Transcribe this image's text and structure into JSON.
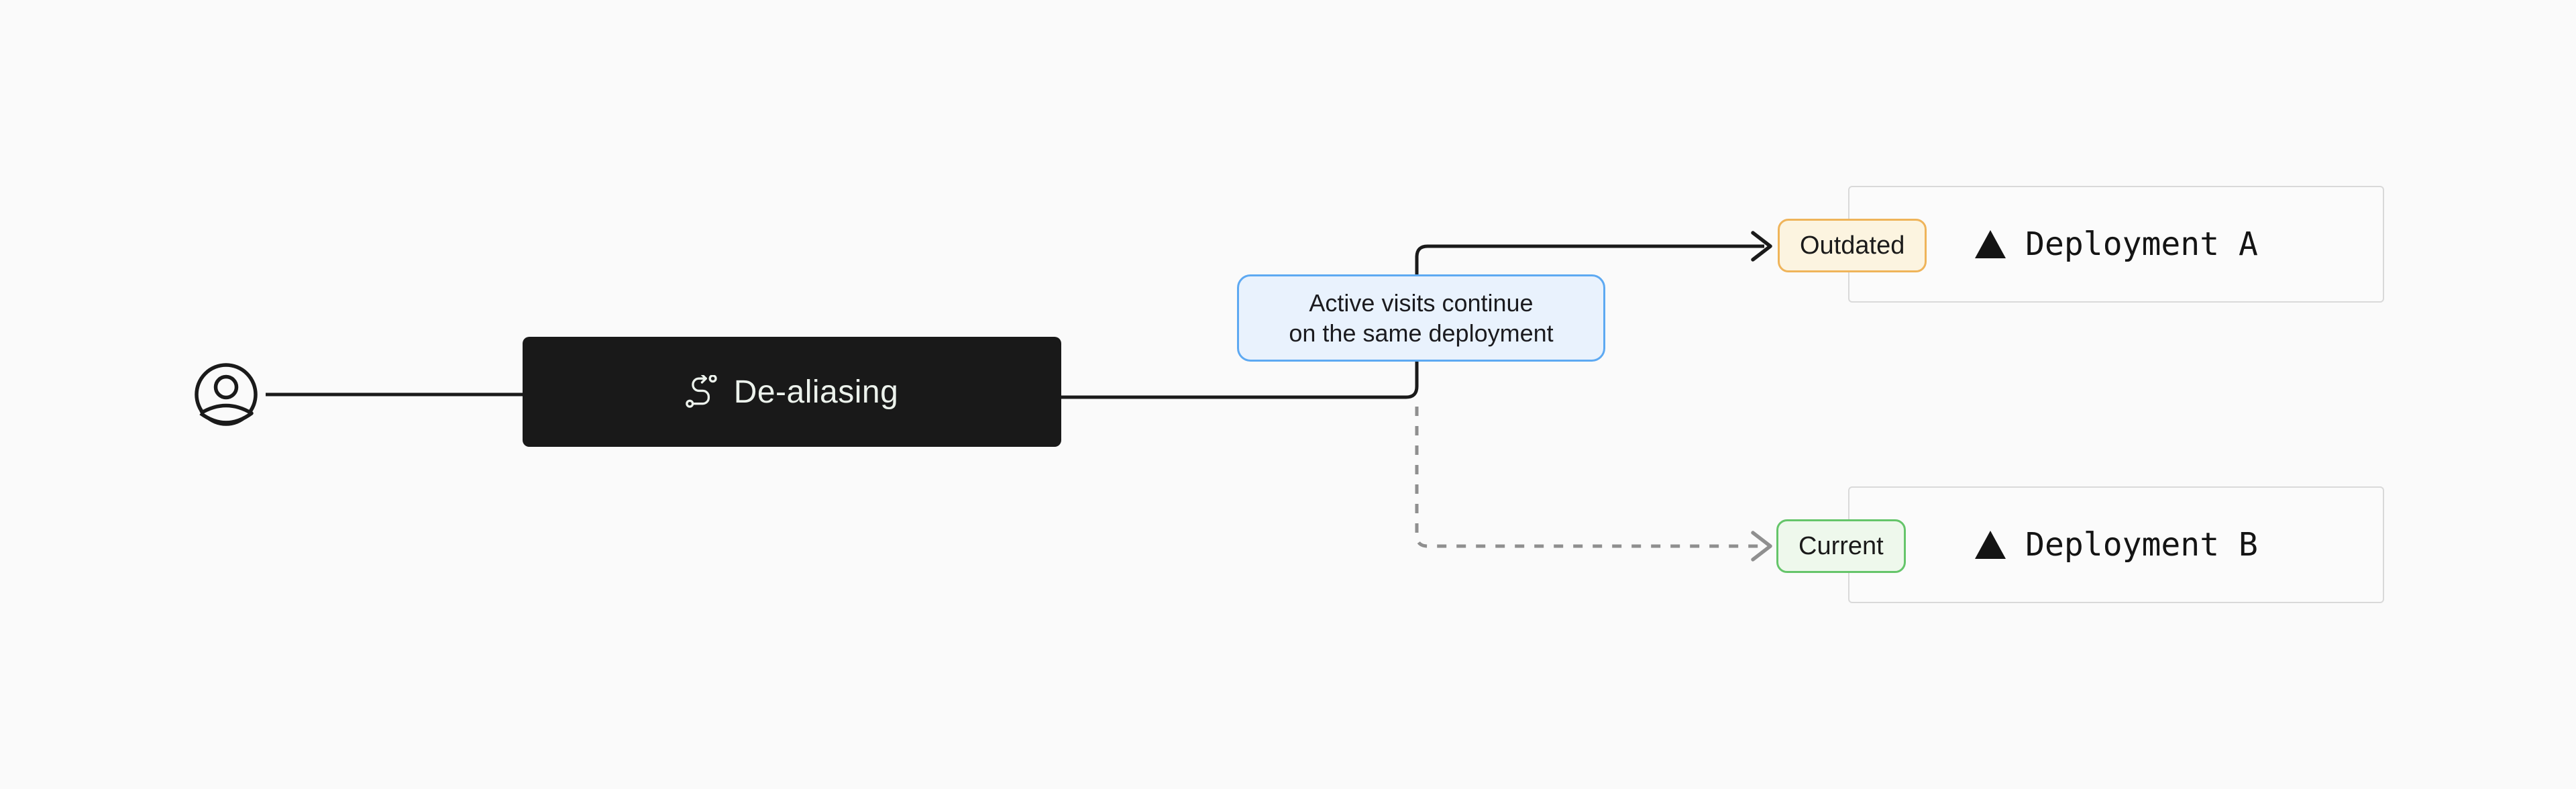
{
  "diagram": {
    "background": "#fafafa",
    "description": "De-aliasing flow from a user through a process node to two deployments"
  },
  "actor": {
    "icon": "user-icon",
    "color": "#1a1a1a"
  },
  "process": {
    "label": "De-aliasing",
    "icon": "route-icon",
    "bg": "#191919",
    "text_color": "#ecf2ec"
  },
  "tooltip": {
    "line1": "Active visits continue",
    "line2": "on the same deployment",
    "bg": "#e9f2fd",
    "border_color": "#5da9f2"
  },
  "branches": [
    {
      "badge": "Outdated",
      "deployment": "Deployment A",
      "badge_bg": "#fcf4e0",
      "badge_border": "#efb45a",
      "connector_style": "solid",
      "connector_color": "#1a1a1a"
    },
    {
      "badge": "Current",
      "deployment": "Deployment B",
      "badge_bg": "#eef8ec",
      "badge_border": "#65c56a",
      "connector_style": "dashed",
      "connector_color": "#8f8f8f"
    }
  ],
  "deploy_card": {
    "border_color": "#d9d9d9",
    "bg": "#fbfbfb",
    "logo_icon": "vercel-triangle-icon"
  }
}
